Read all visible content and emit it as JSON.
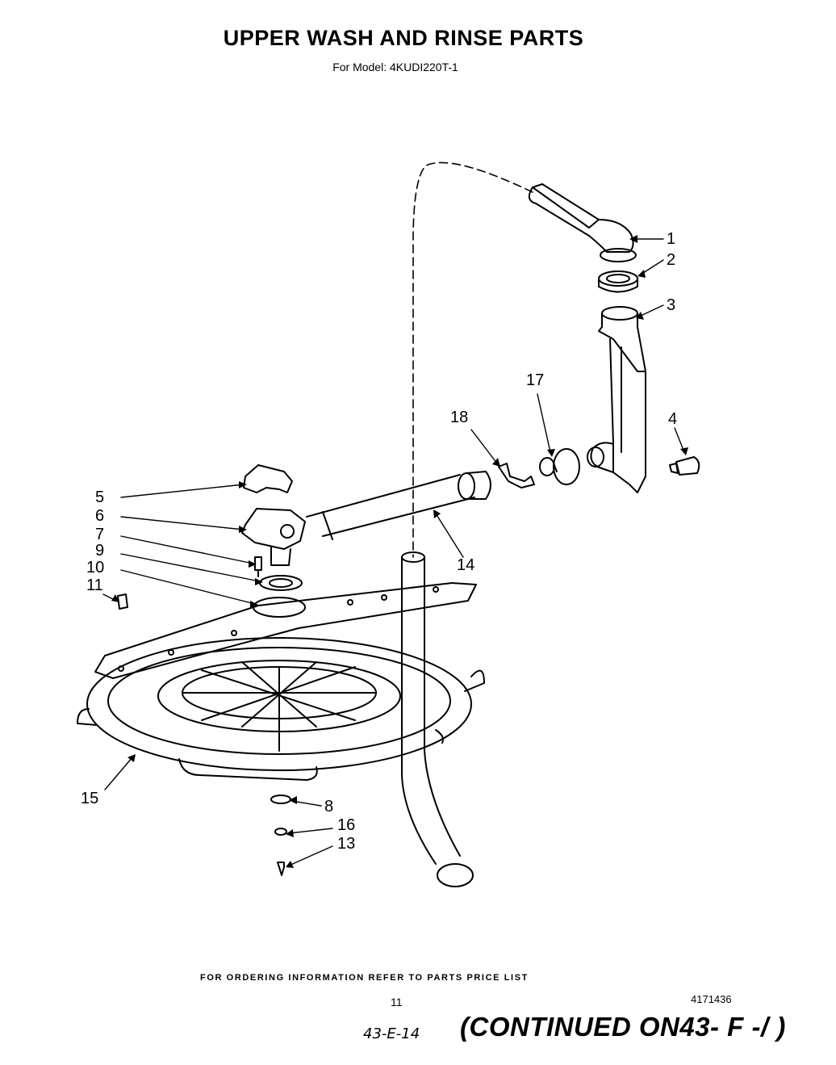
{
  "header": {
    "title": "UPPER WASH AND RINSE PARTS",
    "subtitle": "For Model: 4KUDI220T-1"
  },
  "callouts": [
    "1",
    "2",
    "3",
    "4",
    "5",
    "6",
    "7",
    "9",
    "10",
    "11",
    "14",
    "15",
    "8",
    "16",
    "13",
    "17",
    "18"
  ],
  "footer": {
    "ordering_note": "FOR ORDERING INFORMATION REFER TO PARTS PRICE LIST",
    "page_number": "11",
    "document_number": "4171436",
    "handwritten_ref": "43-E-14",
    "continued": "(CONTINUED ON43- F -/ )"
  }
}
